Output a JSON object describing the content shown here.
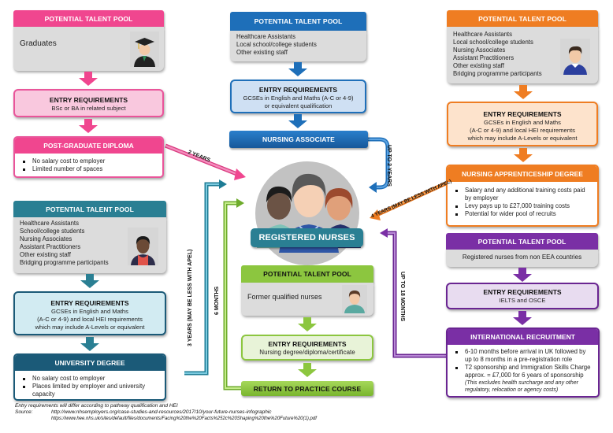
{
  "colors": {
    "pink": "#f0468f",
    "pink_light": "#f9c8de",
    "blue": "#1e6fb9",
    "blue_light": "#cfe0f3",
    "orange": "#ef7d22",
    "orange_light": "#fde3cc",
    "teal": "#2a7f93",
    "teal_light": "#d2ebf2",
    "purple": "#7a2fa5",
    "purple_light": "#e8dcf0",
    "green": "#8cc63f",
    "green_light": "#e8f3d8",
    "navy": "#1b5a78"
  },
  "graduate_pathway": {
    "pool_header": "POTENTIAL TALENT POOL",
    "pool_items": [
      "Graduates"
    ],
    "entry_title": "ENTRY REQUIREMENTS",
    "entry_text": "BSc or BA in related subject",
    "outcome_title": "POST-GRADUATE DIPLOMA",
    "outcome_bullets": [
      "No salary cost to employer",
      "Limited number of spaces"
    ],
    "duration": "2 YEARS"
  },
  "associate_pathway": {
    "pool_header": "POTENTIAL TALENT POOL",
    "pool_items": [
      "Healthcare Assistants",
      "Local school/college students",
      "Other existing staff"
    ],
    "entry_title": "ENTRY REQUIREMENTS",
    "entry_text_1": "GCSEs in English and Maths (A-C or 4-9)",
    "entry_text_2": "or equivalent qualification",
    "outcome_title": "NURSING ASSOCIATE",
    "duration": "UP TO 2 YEARS"
  },
  "apprenticeship_pathway": {
    "pool_header": "POTENTIAL TALENT POOL",
    "pool_items": [
      "Healthcare Assistants",
      "Local school/college students",
      "Nursing Associates",
      "Assistant Practitioners",
      "Other existing staff",
      "Bridging programme participants"
    ],
    "entry_title": "ENTRY REQUIREMENTS",
    "entry_text_1": "GCSEs in English and Maths",
    "entry_text_2": "(A-C or 4-9) and local HEI requirements",
    "entry_text_3": "which may include A-Levels or equivalent",
    "outcome_title": "NURSING APPRENTICESHIP DEGREE",
    "outcome_bullets": [
      "Salary and any additional training costs paid by employer",
      "Levy pays up to £27,000 training costs",
      "Potential for wider pool of recruits"
    ],
    "duration": "4 YEARS (MAY BE LESS WITH APEL)"
  },
  "university_pathway": {
    "pool_header": "POTENTIAL TALENT POOL",
    "pool_items": [
      "Healthcare Assistants",
      "School/college students",
      "Nursing Associates",
      "Assistant Practitioners",
      "Other existing staff",
      "Bridging programme participants"
    ],
    "entry_title": "ENTRY REQUIREMENTS",
    "entry_text_1": "GCSEs in English and Maths",
    "entry_text_2": "(A-C or 4-9) and local HEI requirements",
    "entry_text_3": "which may include A-Levels or equivalent",
    "outcome_title": "UNIVERSITY DEGREE",
    "outcome_bullets": [
      "No salary cost to employer",
      "Places limited by employer and university capacity"
    ],
    "duration": "3 YEARS (MAY BE LESS WITH APEL)"
  },
  "return_pathway": {
    "pool_header": "POTENTIAL TALENT POOL",
    "pool_items": [
      "Former qualified nurses"
    ],
    "entry_title": "ENTRY REQUIREMENTS",
    "entry_text": "Nursing degree/diploma/certificate",
    "outcome_title": "RETURN TO PRACTICE COURSE",
    "duration": "6 MONTHS"
  },
  "international_pathway": {
    "pool_header": "POTENTIAL TALENT POOL",
    "pool_items": [
      "Registered nurses from non EEA countries"
    ],
    "entry_title": "ENTRY REQUIREMENTS",
    "entry_text": "IELTS and OSCE",
    "outcome_title": "INTERNATIONAL RECRUITMENT",
    "outcome_bullet_1": "6-10 months before arrival in UK followed by up to 8 months in a pre-registration role",
    "outcome_bullet_2": "T2 sponsorship and Immigration Skills Charge approx. = £7,000 for 6 years of sponsorship",
    "outcome_note": "(This excludes health surcharge and any other regulatory, relocation or agency costs)",
    "duration": "UP TO 18 MONTHS"
  },
  "center": {
    "label": "REGISTERED NURSES"
  },
  "footer": {
    "note": "Entry requirements will differ according to pathway qualification and HEI",
    "source_label": "Source:",
    "source_1": "http://www.nhsemployers.org/case-studies-and-resources/2017/10/your-future-nurses-infographic",
    "source_2": "https://www.hee.nhs.uk/sites/default/files/documents/Facing%20the%20Facts%252c%20Shaping%20the%20Future%20(1).pdf"
  }
}
